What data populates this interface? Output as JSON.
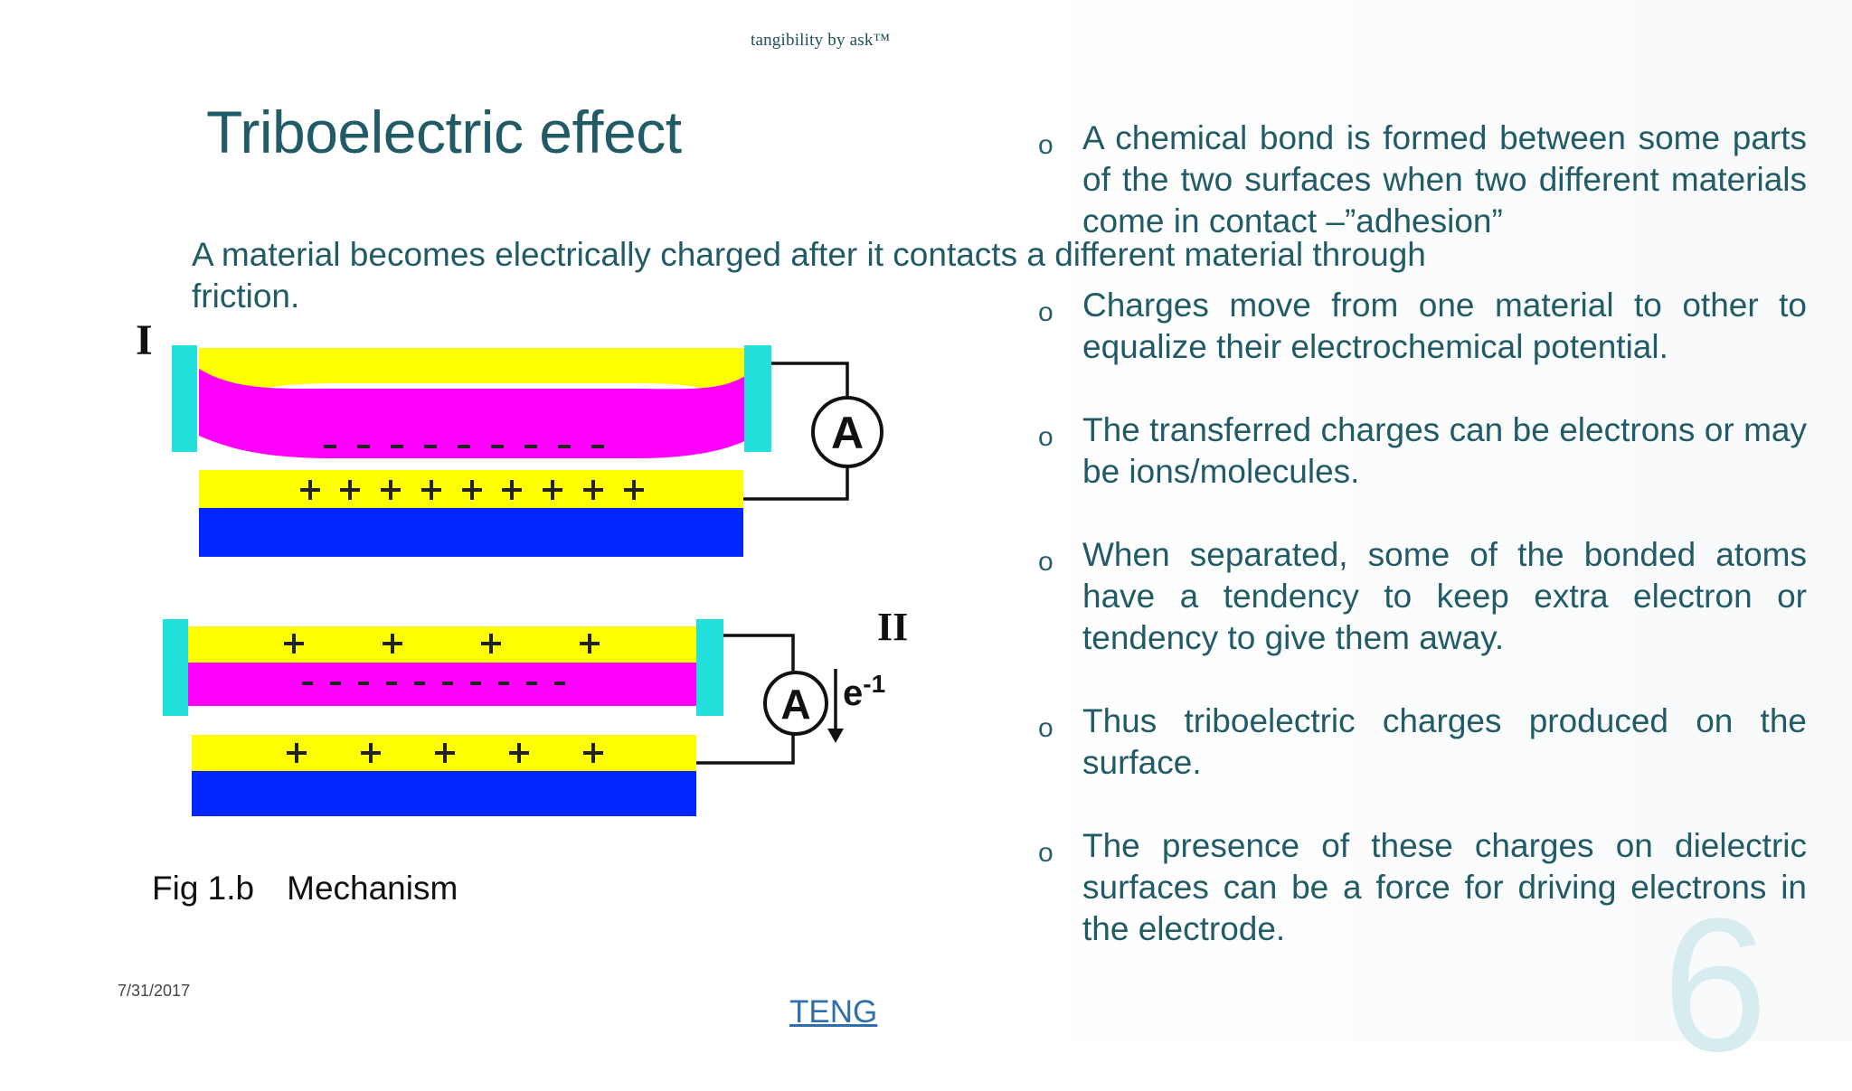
{
  "header": {
    "brand": "tangibility by ask™"
  },
  "title": "Triboelectric effect",
  "subtitle": "A material becomes electrically charged after it contacts a different material through friction.",
  "bullets": [
    "A chemical bond is formed between some parts of the two surfaces when two different materials come in contact –”adhesion”",
    "Charges move from one material to  other to equalize their electrochemical potential.",
    "The transferred charges can be electrons or may be ions/molecules.",
    "When separated, some of the bonded atoms have a tendency to keep extra electron or tendency to give them away.",
    "Thus  triboelectric charges produced on the surface.",
    "The presence of these  charges on dielectric surfaces can be a force for driving electrons in the electrode."
  ],
  "bullet_marker": "o",
  "figure": {
    "label_top": "I",
    "label_bottom": "II",
    "ammeter_label": "A",
    "electron_label": "e",
    "electron_sup": "-1",
    "colors": {
      "yellow": "#ffff00",
      "magenta": "#ff00ff",
      "blue": "#0026ff",
      "cyan": "#22e0dc",
      "wire": "#111111"
    }
  },
  "caption": {
    "fig": "Fig 1.b",
    "name": "Mechanism"
  },
  "footer": {
    "date": "7/31/2017",
    "link": "TENG",
    "page_number": "6"
  }
}
